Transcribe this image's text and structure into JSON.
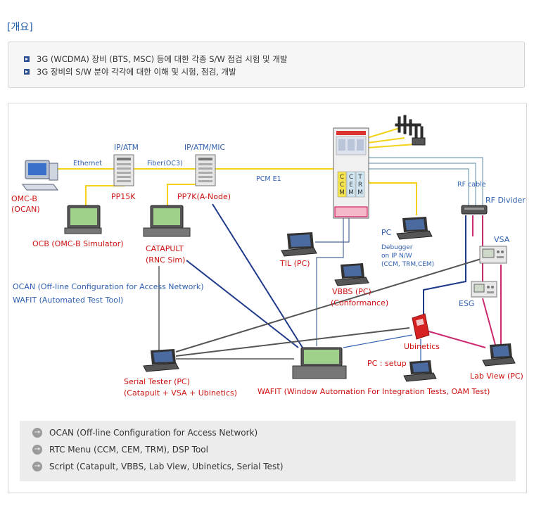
{
  "section_title": "[개요]",
  "summary": [
    "3G (WCDMA) 장비 (BTS, MSC) 등에 대한 각종 S/W 점검 시험 및 개발",
    "3G 장비의 S/W 분야 각각에 대한 이해 및 시험, 점검, 개발"
  ],
  "diagram": {
    "nodes": {
      "omcb": [
        "OMC-B",
        "(OCAN)"
      ],
      "ocb": "OCB (OMC-B Simulator)",
      "pp15k": "PP15K",
      "pp7k": "PP7K(A-Node)",
      "catapult": [
        "CATAPULT",
        "(RNC Sim)"
      ],
      "til": "TIL (PC)",
      "vbbs": [
        "VBBS (PC)",
        "(Conformance)"
      ],
      "pc_debugger": [
        "PC",
        "Debugger",
        "on IP N/W",
        "(CCM, TRM,CEM)"
      ],
      "rf_divider": "RF Divider",
      "vsa": "VSA",
      "esg": "ESG",
      "ubinetics": "Ubinetics",
      "pc_setup": "PC : setup",
      "lab_view": "Lab View (PC)",
      "serial_tester": [
        "Serial Tester (PC)",
        "(Catapult + VSA + Ubinetics)"
      ],
      "wafit": "WAFIT (Window Automation For Integration Tests, OAM Test)"
    },
    "link_labels": {
      "ethernet": "Ethernet",
      "ip_atm": "IP/ATM",
      "ip_atm_mic": "IP/ATM/MIC",
      "fiber": "Fiber(OC3)",
      "pcm": "PCM E1",
      "rf_cable": "RF cable"
    },
    "rack_cards": [
      "C",
      "C",
      "M",
      "C",
      "E",
      "M",
      "T",
      "R",
      "M"
    ],
    "legend_text": [
      "OCAN (Off-line Configuration for Access Network)",
      "WAFIT (Automated Test Tool)"
    ]
  },
  "notes": [
    "OCAN (Off-line Configuration for Access Network)",
    "RTC Menu (CCM, CEM, TRM), DSP Tool",
    "Script (Catapult, VBBS, Lab View, Ubinetics, Serial Test)"
  ],
  "colors": {
    "title_blue": "#1e5aa6",
    "label_red": "#cc1111",
    "label_blue": "#2f5fb0",
    "link_yellow": "#f4d21a",
    "link_navy": "#1f3a8a",
    "link_gray": "#555555",
    "link_magenta": "#cc2a70",
    "link_teal": "#6a8fa6"
  }
}
